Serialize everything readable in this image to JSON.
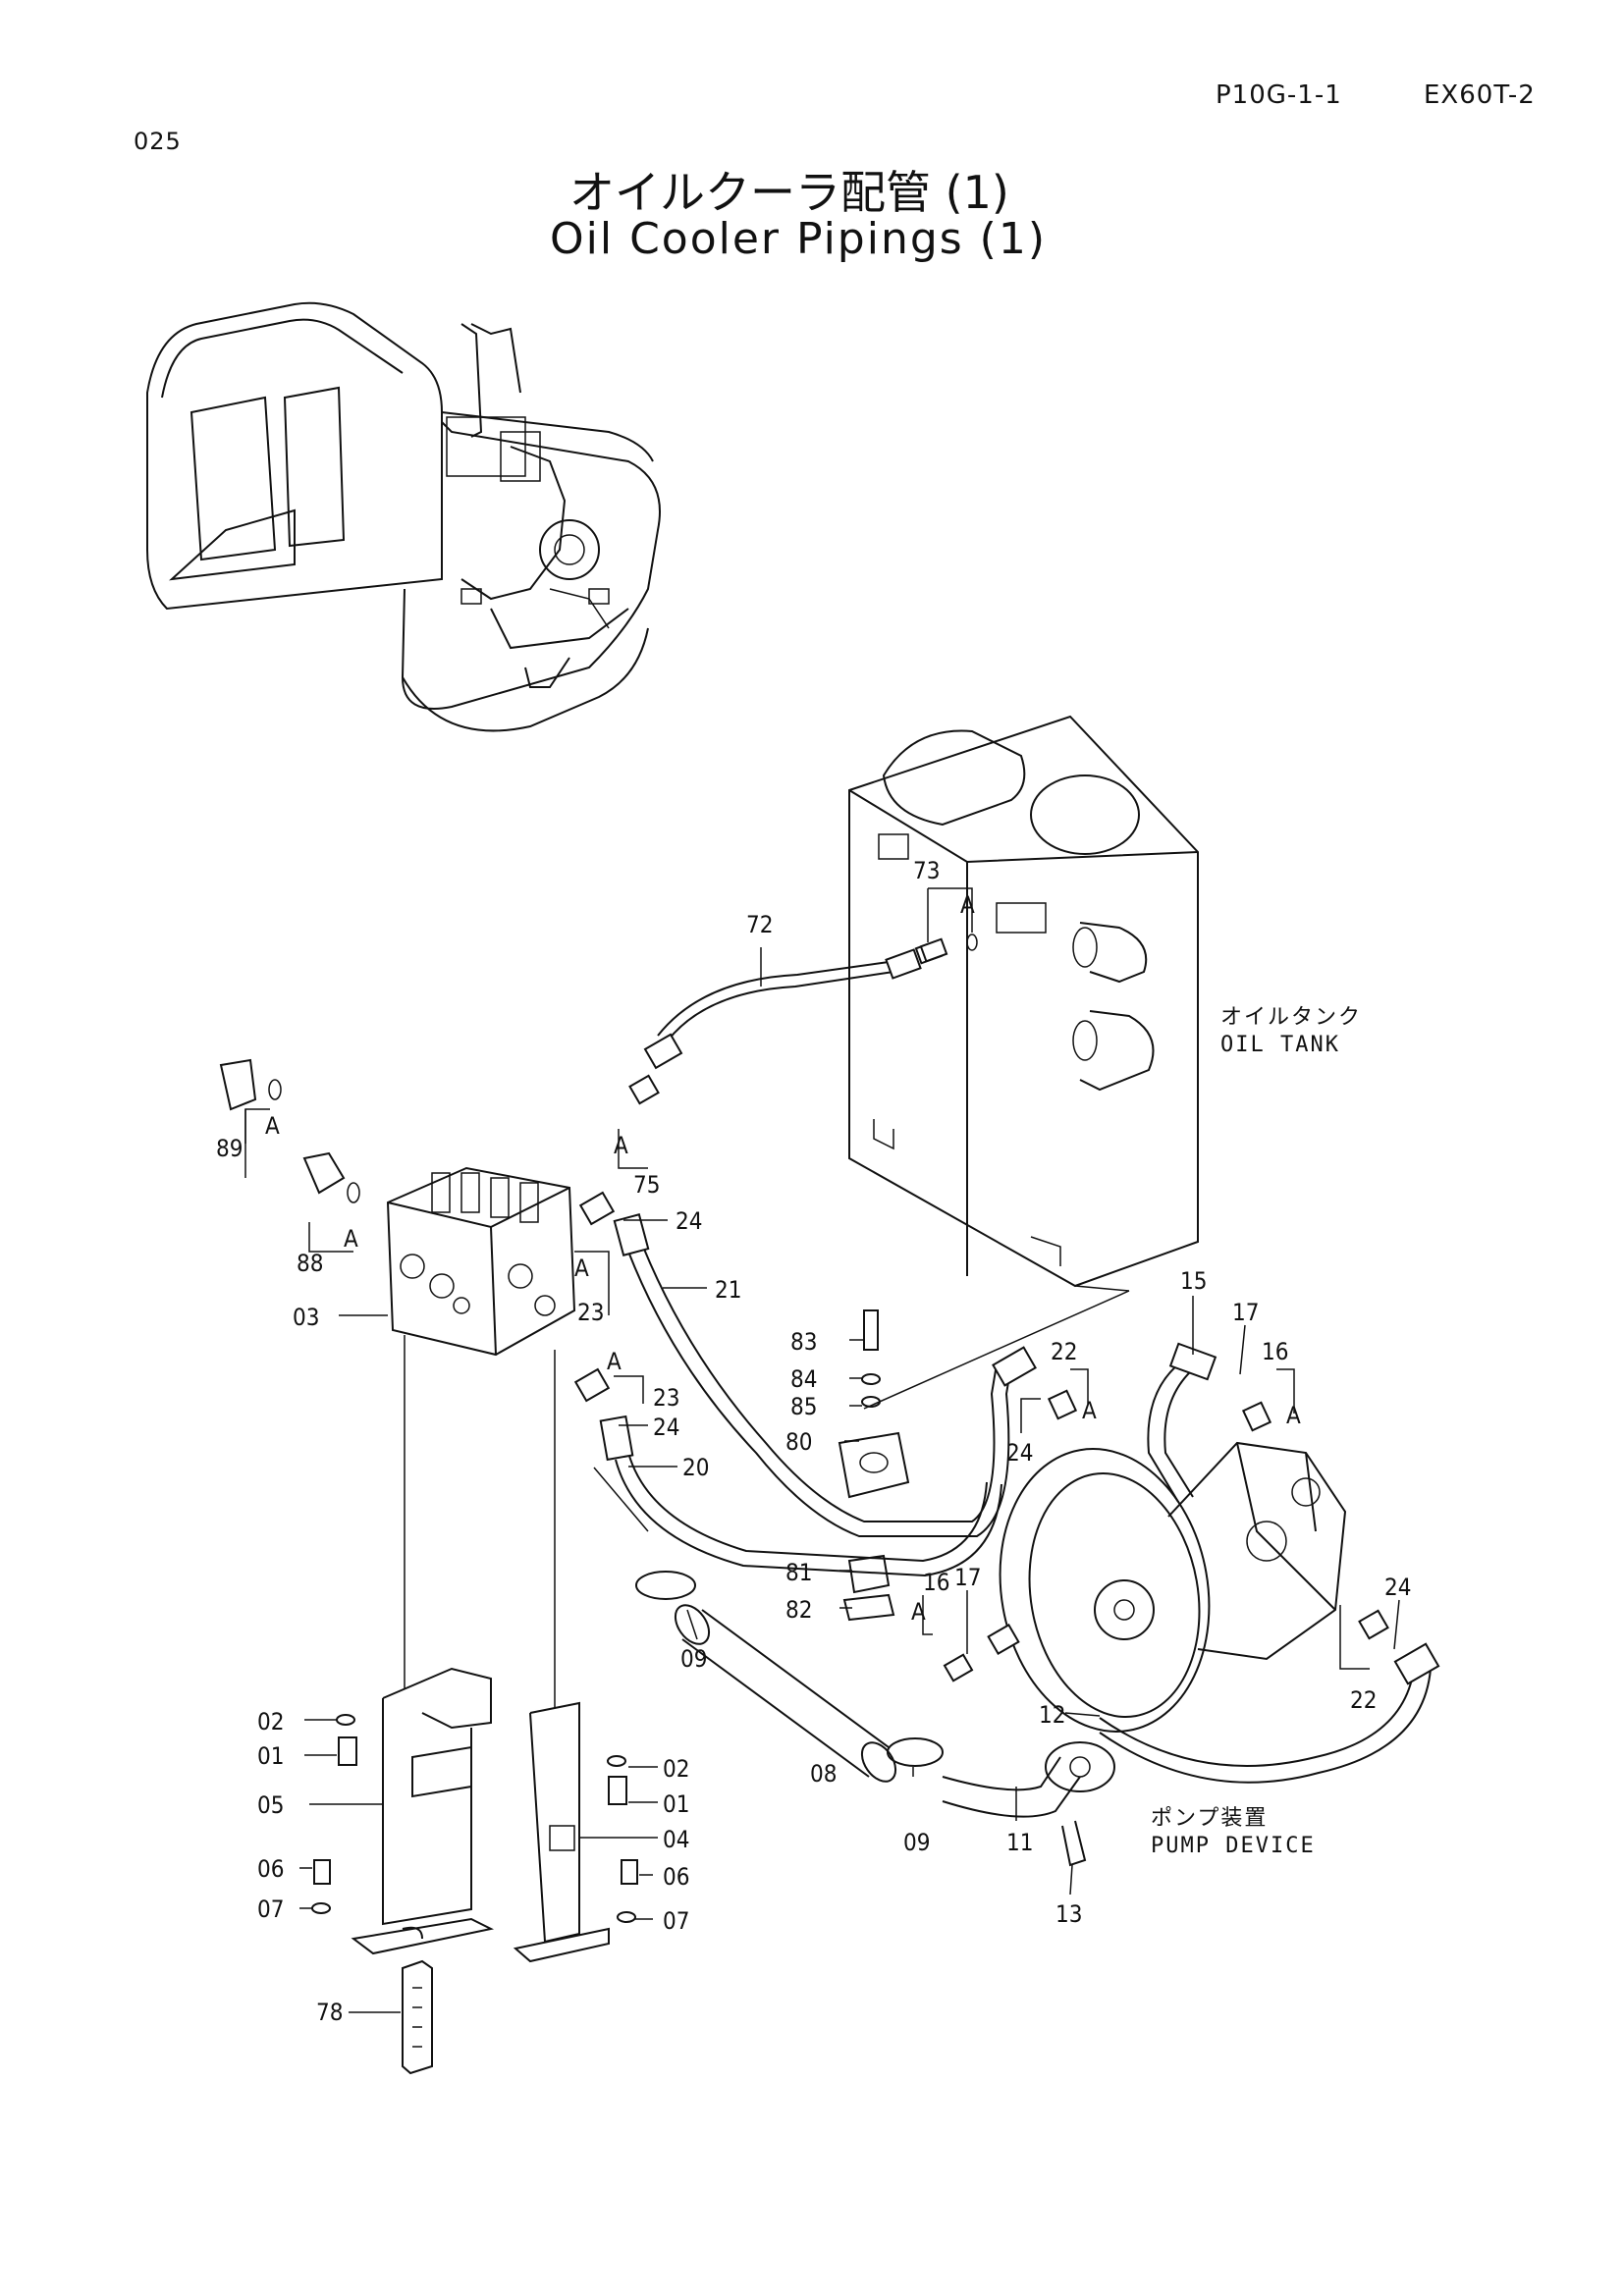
{
  "header": {
    "page_code": "P10G-1-1",
    "model": "EX60T-2",
    "figure_number": "025"
  },
  "title": {
    "japanese": "オイルクーラ配管 (1)",
    "english": "Oil Cooler Pipings (1)"
  },
  "captions": {
    "oil_tank_jp": "オイルタンク",
    "oil_tank_en": "OIL TANK",
    "pump_device_jp": "ポンプ装置",
    "pump_device_en": "PUMP DEVICE"
  },
  "part_callouts": [
    "72",
    "73",
    "A",
    "A",
    "A",
    "A",
    "A",
    "A",
    "A",
    "A",
    "A",
    "89",
    "88",
    "75",
    "24",
    "23",
    "03",
    "21",
    "83",
    "84",
    "85",
    "80",
    "20",
    "23",
    "24",
    "15",
    "17",
    "16",
    "22",
    "24",
    "81",
    "82",
    "09",
    "16",
    "17",
    "24",
    "22",
    "12",
    "08",
    "09",
    "11",
    "13",
    "02",
    "01",
    "05",
    "06",
    "07",
    "02",
    "01",
    "04",
    "06",
    "07",
    "78"
  ],
  "colors": {
    "ink": "#111111",
    "paper": "#ffffff"
  }
}
